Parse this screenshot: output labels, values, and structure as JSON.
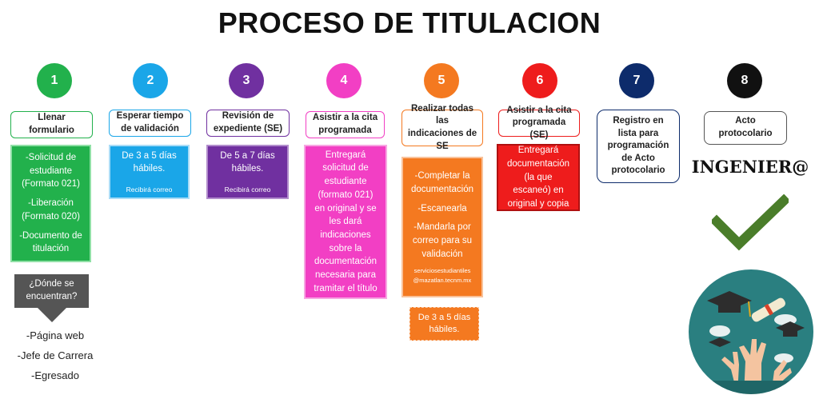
{
  "title": "PROCESO DE TITULACION",
  "colors": {
    "step1": "#22b14c",
    "step2": "#1aa6e8",
    "step3": "#7030a0",
    "step4": "#f23fc4",
    "step5": "#f47920",
    "step6": "#ee1c1c",
    "step7": "#0d2b6b",
    "step8": "#111111"
  },
  "steps": [
    {
      "number": "1",
      "label": "Llenar formulario",
      "details": [
        "-Solicitud de estudiante (Formato 021)",
        "-Liberación (Formato 020)",
        "-Documento de titulación"
      ]
    },
    {
      "number": "2",
      "label": "Esperar tiempo de validación",
      "details": [
        "De 3 a 5 días hábiles."
      ],
      "note": "Recibirá correo"
    },
    {
      "number": "3",
      "label": "Revisión de expediente (SE)",
      "details": [
        "De 5 a 7 días hábiles."
      ],
      "note": "Recibirá correo"
    },
    {
      "number": "4",
      "label": "Asistir a la cita programada",
      "details": [
        "Entregará solicitud de estudiante (formato 021) en original y se les dará indicaciones sobre la documentación necesaria para tramitar el título"
      ]
    },
    {
      "number": "5",
      "label": "Realizar todas las indicaciones de SE",
      "details": [
        "-Completar la documentación",
        "-Escanearla",
        "-Mandarla por correo para su validación"
      ],
      "email": "serviciosestudiantiles @mazatlan.tecnm.mx",
      "time": "De 3 a 5 días hábiles."
    },
    {
      "number": "6",
      "label": "Asistir a la cita programada (SE)",
      "details": [
        "Entregará documentación (la que escaneó) en original y copia"
      ]
    },
    {
      "number": "7",
      "label": "Registro en lista para programación de Acto protocolario"
    },
    {
      "number": "8",
      "label": "Acto protocolario",
      "result": "INGENIER@"
    }
  ],
  "where": {
    "question": "¿Dónde se encuentran?",
    "items": [
      "-Página web",
      "-Jefe de Carrera",
      "-Egresado"
    ]
  },
  "icons": [
    "checkmark-icon",
    "graduation-icon"
  ]
}
